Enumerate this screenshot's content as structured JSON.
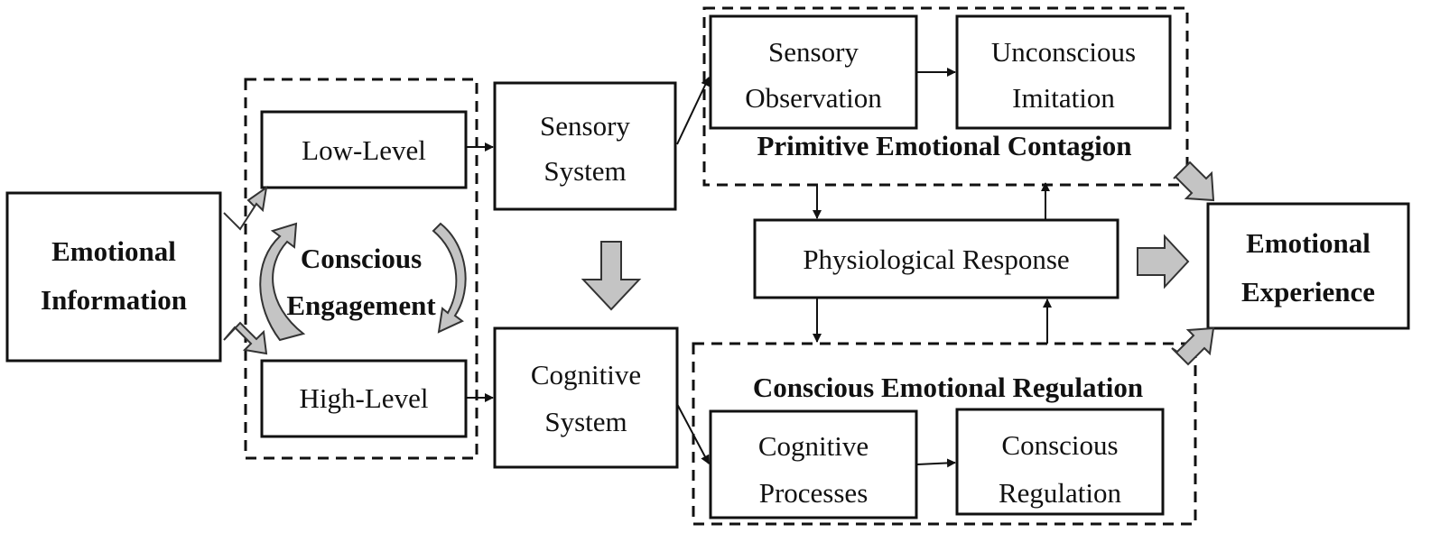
{
  "nodes": {
    "emotional_information": [
      "Emotional",
      "Information"
    ],
    "low_level": "Low-Level",
    "high_level": "High-Level",
    "conscious_engagement": [
      "Conscious",
      "Engagement"
    ],
    "sensory_system": [
      "Sensory",
      "System"
    ],
    "cognitive_system": [
      "Cognitive",
      "System"
    ],
    "sensory_observation": [
      "Sensory",
      "Observation"
    ],
    "unconscious_imitation": [
      "Unconscious",
      "Imitation"
    ],
    "primitive_emotional_contagion": "Primitive Emotional Contagion",
    "physiological_response": "Physiological Response",
    "conscious_emotional_regulation": "Conscious Emotional Regulation",
    "cognitive_processes": [
      "Cognitive",
      "Processes"
    ],
    "conscious_regulation": [
      "Conscious",
      "Regulation"
    ],
    "emotional_experience": [
      "Emotional",
      "Experience"
    ]
  },
  "colors": {
    "line": "#111111",
    "block_arrow_fill": "#c4c4c4",
    "background": "#ffffff"
  }
}
